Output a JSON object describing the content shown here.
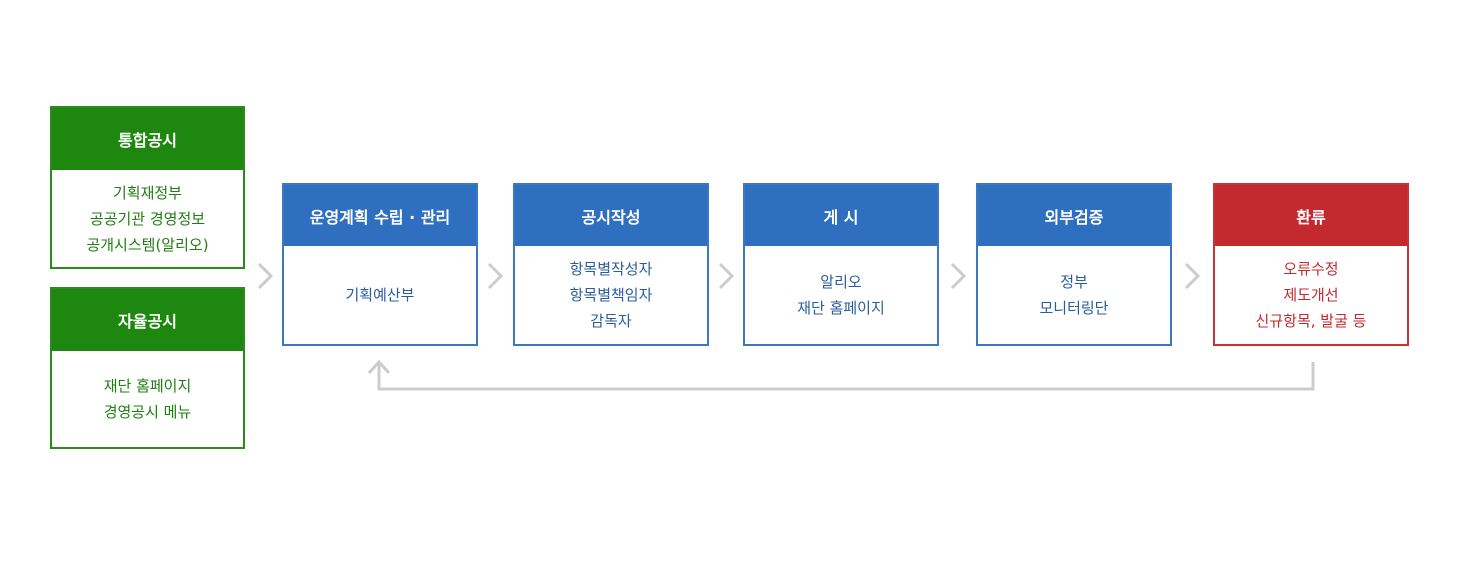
{
  "disclosure": {
    "integrated": {
      "title": "통합공시",
      "lines": [
        "기획재정부",
        "공공기관 경영정보",
        "공개시스템(알리오)"
      ]
    },
    "autonomous": {
      "title": "자율공시",
      "lines": [
        "재단 홈페이지",
        "경영공시 메뉴"
      ]
    }
  },
  "steps": [
    {
      "title": "운영계획 수립 · 관리",
      "lines": [
        "기획예산부"
      ]
    },
    {
      "title": "공시작성",
      "lines": [
        "항목별작성자",
        "항목별책임자",
        "감독자"
      ]
    },
    {
      "title": "게 시",
      "lines": [
        "알리오",
        "재단 홈페이지"
      ]
    },
    {
      "title": "외부검증",
      "lines": [
        "정부",
        "모니터링단"
      ]
    },
    {
      "title": "환류",
      "lines": [
        "오류수정",
        "제도개선",
        "신규항목, 발굴 등"
      ]
    }
  ],
  "colors": {
    "green": "#1e870f",
    "blue": "#2f6fc0",
    "red": "#c3292f",
    "arrow": "#cccccc"
  },
  "icons": {
    "flow_arrow": "chevron-right-icon",
    "feedback_arrow": "loop-back-arrow-icon"
  }
}
